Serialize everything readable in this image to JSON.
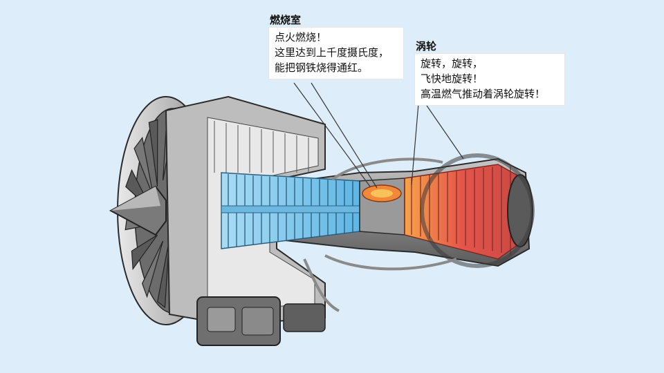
{
  "callouts": {
    "combustor": {
      "title": "燃烧室",
      "lines": [
        "点火燃烧！",
        "这里达到上千度摄氏度，",
        "能把钢铁烧得通红。"
      ]
    },
    "turbine": {
      "title": "涡轮",
      "lines": [
        "旋转，旋转，",
        "飞快地旋转！",
        "高温燃气推动着涡轮旋转！"
      ]
    }
  },
  "colors": {
    "background": "#ddeefa",
    "compressor": "#7ec8ec",
    "combustor": "#f08a3a",
    "turbine": "#e0605a",
    "metal": "#9a9a9a",
    "outline": "#2a2a2a"
  }
}
